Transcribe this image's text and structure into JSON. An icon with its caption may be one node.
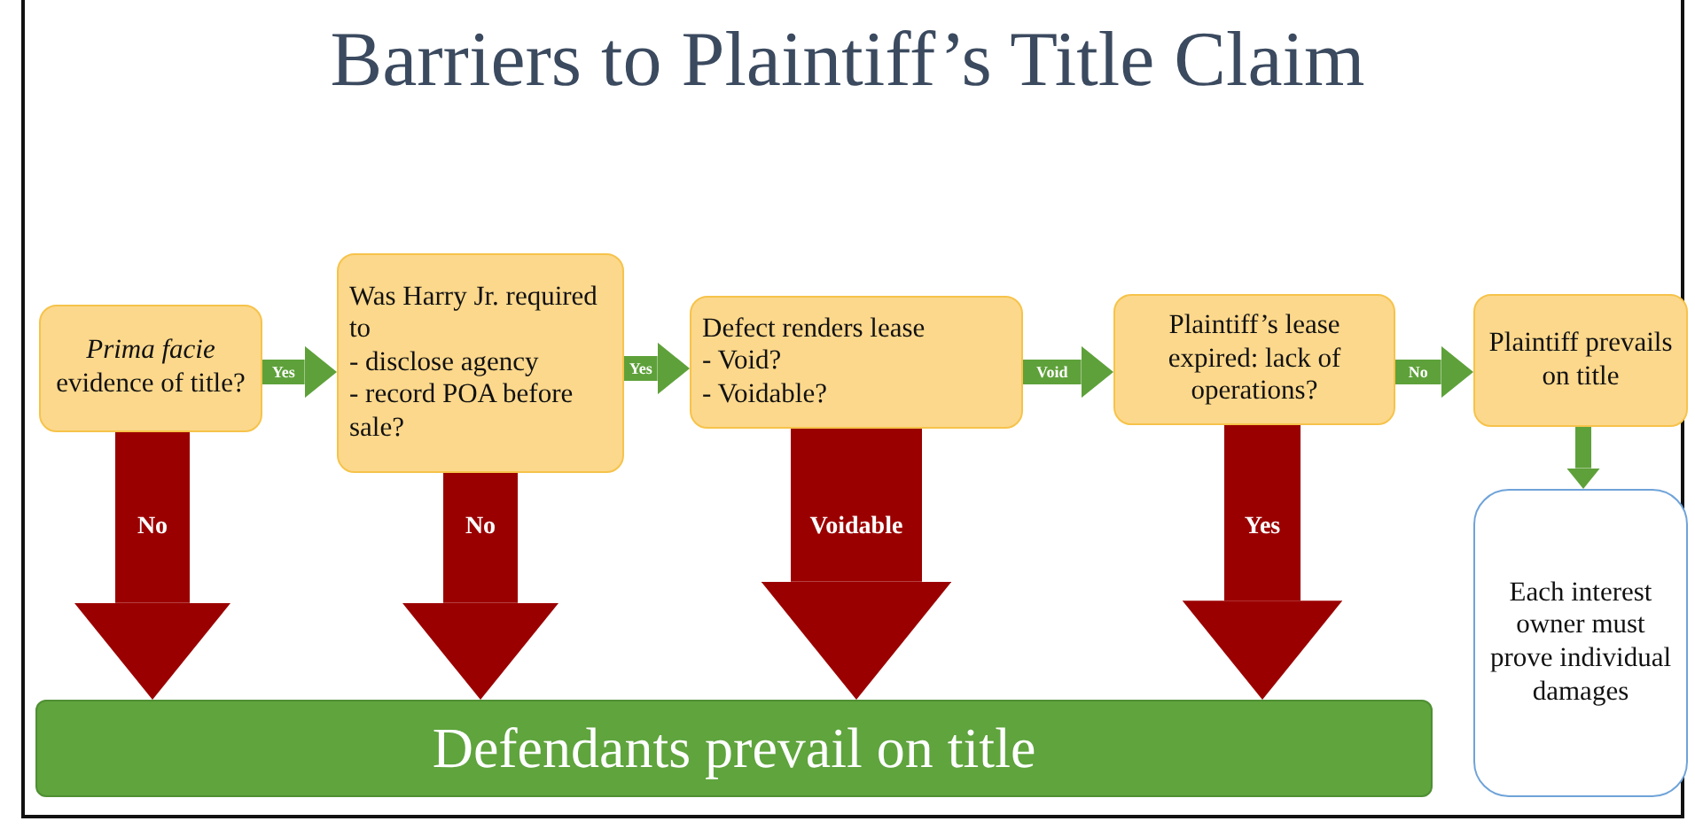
{
  "diagram": {
    "title": "Barriers to Plaintiff’s Title Claim",
    "nodes": [
      {
        "text": [
          "*Prima facie* evidence of title?"
        ]
      },
      {
        "text": [
          "Was Harry Jr. required to",
          "- disclose agency",
          "- record POA before sale?"
        ]
      },
      {
        "text": [
          "Defect renders lease",
          "- Void?",
          "- Voidable?"
        ]
      },
      {
        "text": [
          "Plaintiff’s lease expired: lack of operations?"
        ]
      },
      {
        "text": [
          "Plaintiff prevails on title"
        ]
      },
      {
        "text": [
          "Each interest owner must prove individual damages"
        ]
      },
      {
        "text": [
          "Defendants prevail on title"
        ]
      }
    ],
    "edges": [
      {
        "from": 0,
        "to": 1,
        "arrow": "to",
        "label": "Yes"
      },
      {
        "from": 1,
        "to": 2,
        "arrow": "to",
        "label": "Yes"
      },
      {
        "from": 2,
        "to": 3,
        "arrow": "to",
        "label": "Void"
      },
      {
        "from": 3,
        "to": 4,
        "arrow": "to",
        "label": "No"
      },
      {
        "from": 4,
        "to": 5,
        "arrow": "to"
      },
      {
        "from": 0,
        "to": 6,
        "arrow": "to",
        "label": "No",
        "style": "thick",
        "color": "#9b0000"
      },
      {
        "from": 1,
        "to": 6,
        "arrow": "to",
        "label": "No",
        "style": "thick",
        "color": "#9b0000"
      },
      {
        "from": 2,
        "to": 6,
        "arrow": "to",
        "label": "Voidable",
        "style": "thick",
        "color": "#9b0000"
      },
      {
        "from": 3,
        "to": 6,
        "arrow": "to",
        "label": "Yes",
        "style": "thick",
        "color": "#9b0000"
      }
    ]
  }
}
